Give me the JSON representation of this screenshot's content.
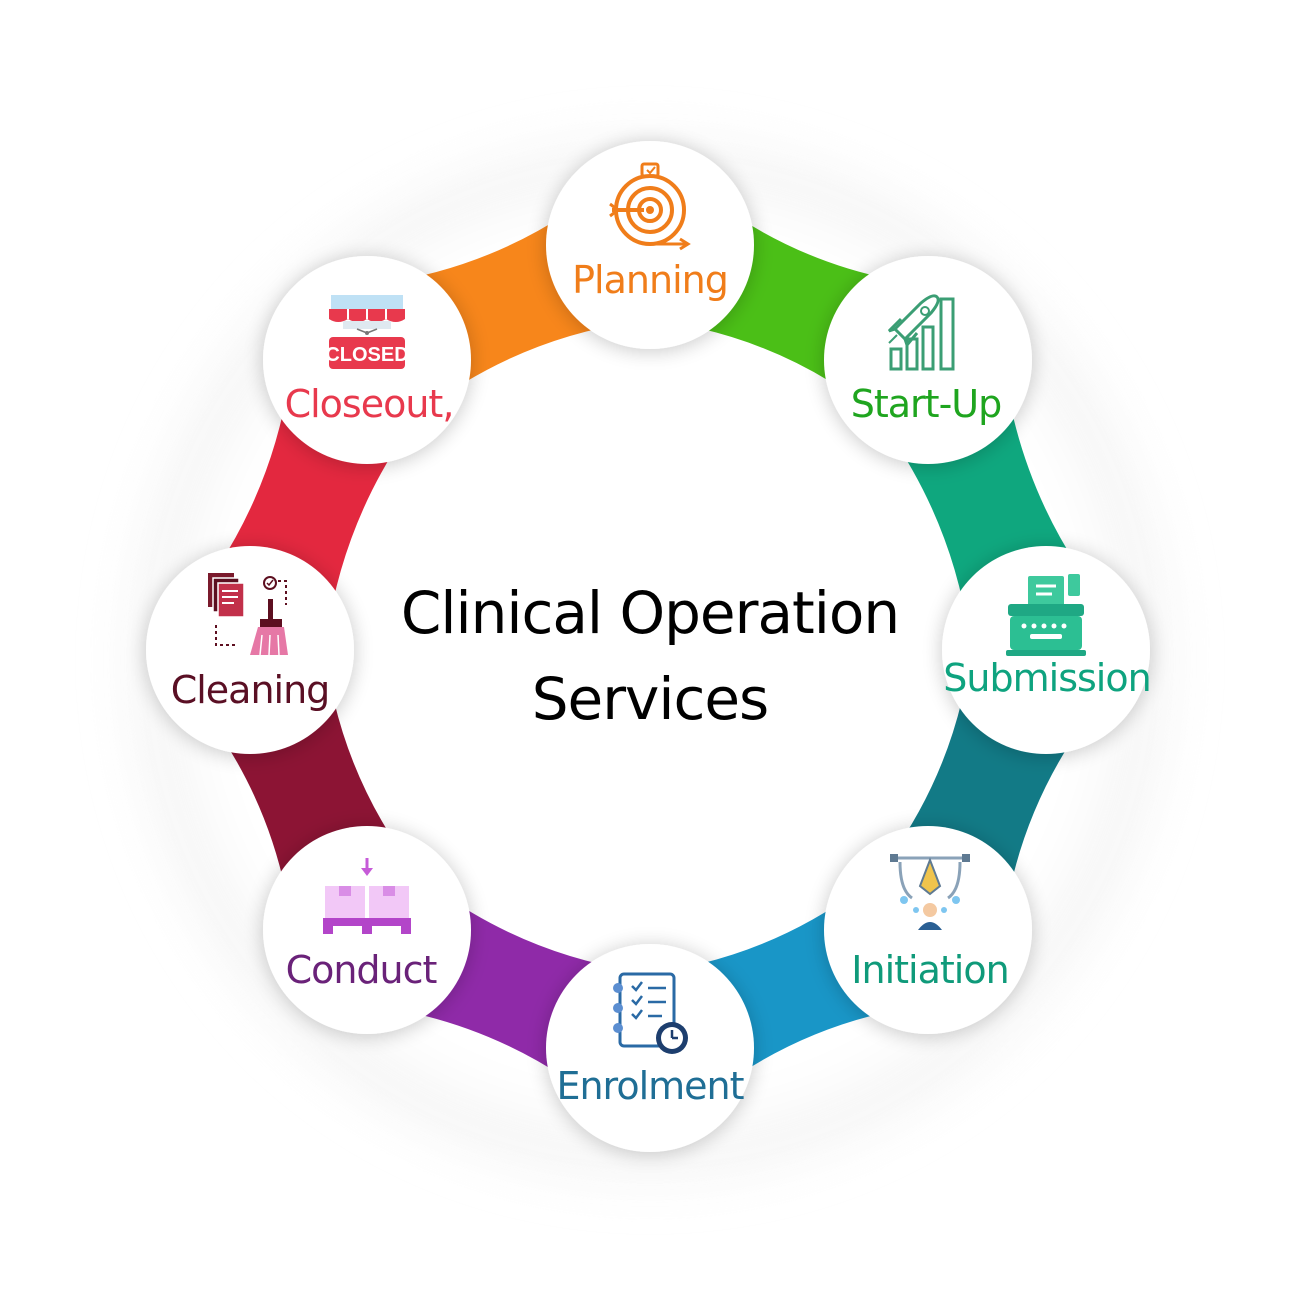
{
  "center": {
    "line1": "Clinical Operation",
    "line2": "Services"
  },
  "nodes": [
    {
      "key": "planning",
      "label": "Planning",
      "color": "#f07d1a",
      "icon": "target-icon"
    },
    {
      "key": "startup",
      "label": "Start-Up",
      "color": "#1fa51f",
      "icon": "rocket-chart-icon"
    },
    {
      "key": "submission",
      "label": "Submission",
      "color": "#0ea37f",
      "icon": "typewriter-icon"
    },
    {
      "key": "initiation",
      "label": "Initiation",
      "color": "#0f9a7a",
      "icon": "person-pen-icon"
    },
    {
      "key": "enrolment",
      "label": "Enrolment",
      "color": "#1f6e95",
      "icon": "checklist-clock-icon"
    },
    {
      "key": "conduct",
      "label": "Conduct",
      "color": "#6a2279",
      "icon": "boxes-icon"
    },
    {
      "key": "cleaning",
      "label": "Cleaning",
      "color": "#5a0f24",
      "icon": "documents-broom-icon"
    },
    {
      "key": "closeout",
      "label": "Closeout,",
      "color": "#e8394d",
      "icon": "closed-sign-icon"
    }
  ],
  "icon_text": {
    "closed_sign": "CLOSED"
  },
  "connector_colors": {
    "closeout_planning": "#f7861b",
    "planning_startup": "#4bbf17",
    "startup_submission": "#0fa77e",
    "submission_initiation": "#127a86",
    "initiation_enrolment": "#1996c7",
    "enrolment_conduct": "#8f2aa8",
    "conduct_cleaning": "#8c1434",
    "cleaning_closeout": "#e3283f"
  }
}
